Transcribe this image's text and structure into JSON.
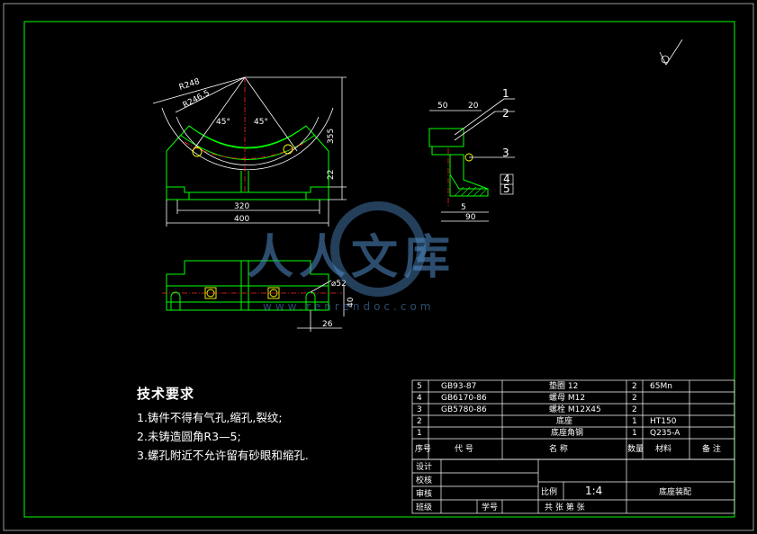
{
  "notes": {
    "heading": "技术要求",
    "lines": [
      "1.铸件不得有气孔,缩孔,裂纹;",
      "2.未铸造圆角R3—5;",
      "3.螺孔附近不允许留有砂眼和缩孔."
    ]
  },
  "front_view": {
    "dims": {
      "r_outer": "R248",
      "r_inner": "R246.5",
      "angle_left": "45°",
      "angle_right": "45°",
      "height": "355",
      "base_h": "22",
      "inner_w": "320",
      "outer_w": "400"
    }
  },
  "side_view": {
    "dims": {
      "top_a": "50",
      "top_b": "20",
      "bottom_a": "5",
      "bottom_b": "90"
    },
    "callouts": [
      "1",
      "2",
      "3",
      "4",
      "5"
    ]
  },
  "plan_view": {
    "dims": {
      "hole_dia": "⌀52",
      "depth": "40",
      "offset": "26"
    }
  },
  "watermark": {
    "text": "人人文库",
    "url": "www.renrendoc.com"
  },
  "bom": {
    "rows": [
      {
        "no": "5",
        "code": "GB93-87",
        "name": "垫圈 12",
        "qty": "2",
        "material": "65Mn",
        "note": ""
      },
      {
        "no": "4",
        "code": "GB6170-86",
        "name": "螺母 M12",
        "qty": "2",
        "material": "",
        "note": ""
      },
      {
        "no": "3",
        "code": "GB5780-86",
        "name": "螺栓 M12X45",
        "qty": "2",
        "material": "",
        "note": ""
      },
      {
        "no": "2",
        "code": "",
        "name": "底座",
        "qty": "1",
        "material": "HT150",
        "note": ""
      },
      {
        "no": "1",
        "code": "",
        "name": "底座角钢",
        "qty": "1",
        "material": "Q235-A",
        "note": ""
      }
    ],
    "header": {
      "no": "序号",
      "code": "代 号",
      "name": "名  称",
      "qty": "数量",
      "material": "材料",
      "note": "备 注"
    }
  },
  "title_block": {
    "design": "设计",
    "check": "校核",
    "review": "审核",
    "class": "班级",
    "student_no": "学号",
    "scale_label": "比例",
    "scale": "1:4",
    "drawing_name": "底座装配",
    "sheets": "共  张 第  张"
  },
  "colors": {
    "frame": "#00ff00",
    "text": "#ffffff",
    "center": "#ff2020",
    "bolt": "#ffff00",
    "background": "#000000"
  }
}
